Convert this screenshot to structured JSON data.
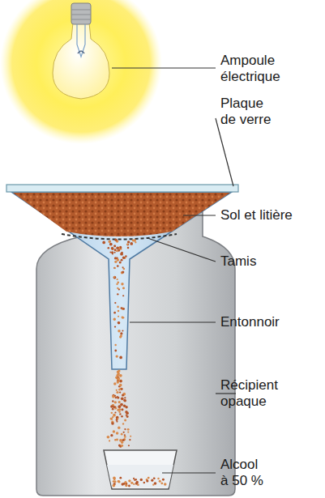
{
  "diagram": {
    "labels": [
      "Ampoule électrique",
      "Plaque de verre",
      "Sol et litière",
      "Tamis",
      "Entonnoir",
      "Récipient opaque",
      "Alcool à 50 %"
    ]
  }
}
